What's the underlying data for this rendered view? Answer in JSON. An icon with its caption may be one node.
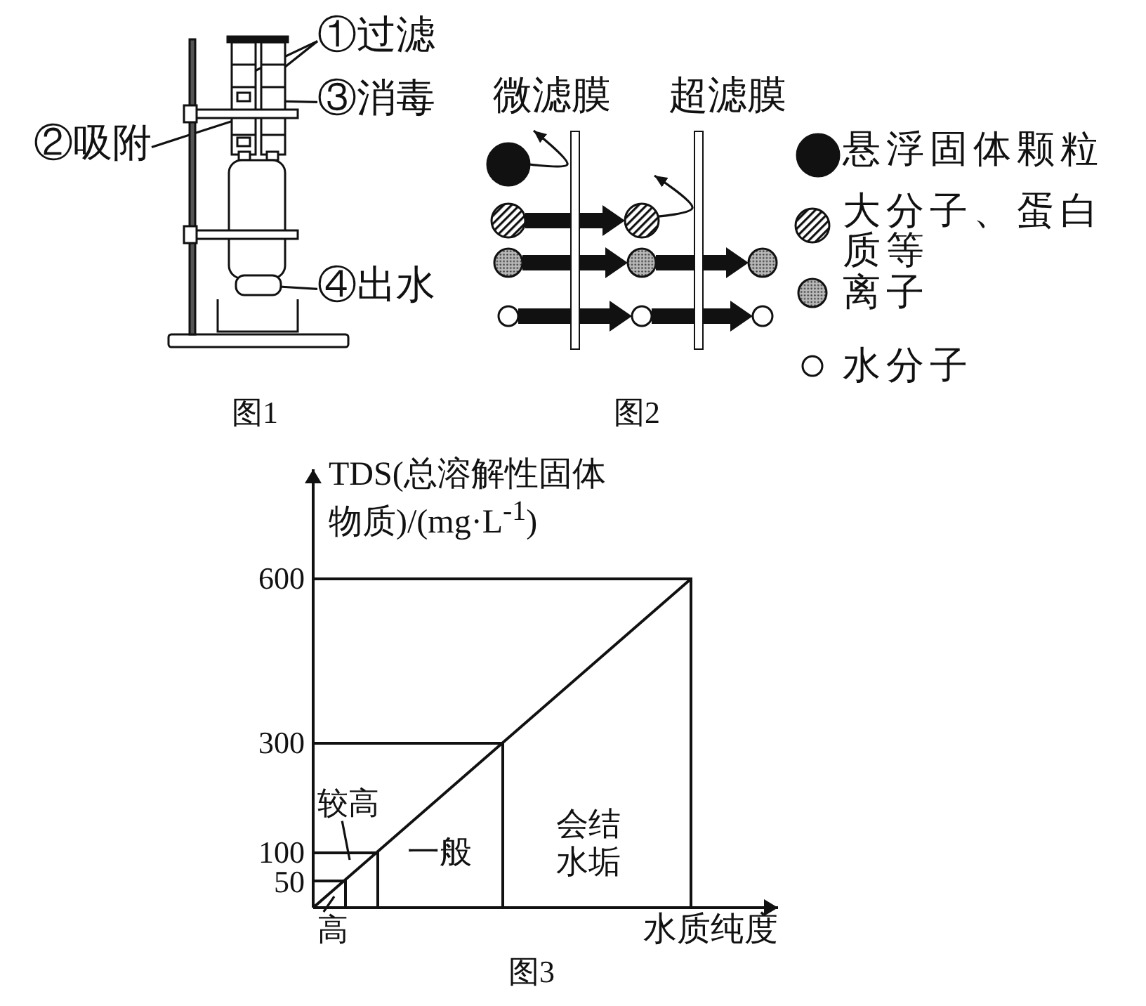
{
  "diagram": {
    "nodes": [
      {
        "text": [
          "①过滤"
        ]
      },
      {
        "text": [
          "③消毒"
        ]
      },
      {
        "text": [
          "②吸附"
        ]
      },
      {
        "text": [
          "④出水"
        ]
      },
      {
        "text": [
          "微滤膜"
        ]
      },
      {
        "text": [
          "超滤膜"
        ]
      },
      {
        "text": [],
        "shape": "circle"
      },
      {
        "text": [],
        "shape": "circle"
      },
      {
        "text": [],
        "shape": "circle"
      },
      {
        "text": [],
        "shape": "circle"
      },
      {
        "text": [],
        "shape": "circle"
      },
      {
        "text": [],
        "shape": "circle"
      },
      {
        "text": [],
        "shape": "circle"
      },
      {
        "text": [],
        "shape": "circle"
      },
      {
        "text": [],
        "shape": "circle"
      },
      {
        "text": [
          "较高"
        ]
      },
      {
        "text": [
          "高"
        ]
      }
    ],
    "edges": [
      {
        "from": 0,
        "to": null,
        "arrow": "none"
      },
      {
        "from": 0,
        "to": null,
        "arrow": "none"
      },
      {
        "from": 1,
        "to": null,
        "arrow": "none"
      },
      {
        "from": 2,
        "to": null,
        "arrow": "none"
      },
      {
        "from": 3,
        "to": null,
        "arrow": "none"
      },
      {
        "from": 6,
        "to": null,
        "arrow": "to"
      },
      {
        "from": 7,
        "to": 10,
        "arrow": "to",
        "style": "thick"
      },
      {
        "from": 8,
        "to": 11,
        "arrow": "to",
        "style": "thick"
      },
      {
        "from": 9,
        "to": 12,
        "arrow": "to",
        "style": "thick"
      },
      {
        "from": 10,
        "to": null,
        "arrow": "to"
      },
      {
        "from": 11,
        "to": 13,
        "arrow": "to",
        "style": "thick"
      },
      {
        "from": 12,
        "to": 14,
        "arrow": "to",
        "style": "thick"
      },
      {
        "from": 15,
        "to": null,
        "arrow": "none"
      },
      {
        "from": 16,
        "to": null,
        "arrow": "none"
      }
    ],
    "labels": [
      "图1",
      "图2",
      "TDS(总溶解性固体物质)/(mg·L$^{-1}$)",
      "600",
      "300",
      "一般",
      "会结水垢",
      "100",
      "50",
      "水质纯度",
      "图3"
    ],
    "legend": [
      {
        "text": "悬浮固体颗粒"
      },
      {
        "text": "大分子、蛋白质等"
      },
      {
        "text": "离子"
      },
      {
        "text": "水分子"
      }
    ]
  }
}
